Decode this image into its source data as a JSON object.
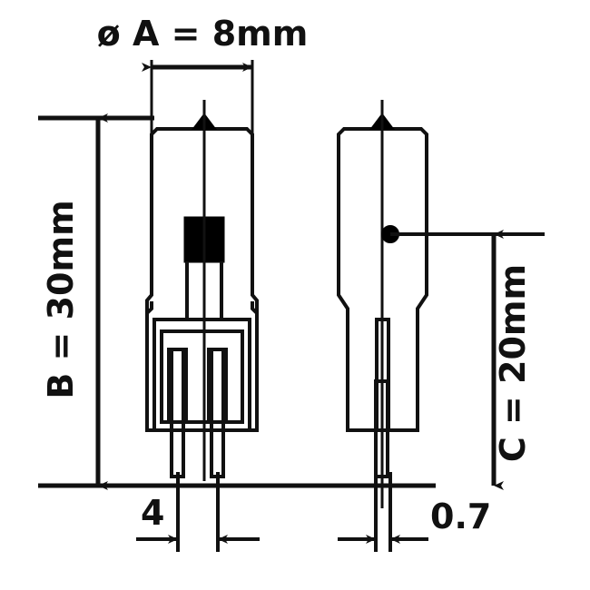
{
  "drawing": {
    "title_visible": false,
    "subject": "bi-pin halogen lamp dimensional drawing",
    "views": [
      {
        "name": "front-view",
        "label": ""
      },
      {
        "name": "side-view",
        "label": ""
      }
    ],
    "line_color": "#111111",
    "fill_color": "#000000",
    "background_color": "#ffffff"
  },
  "dimensions": {
    "diameter_a": "ø A = 8mm",
    "height_b": "B = 30mm",
    "height_c": "C = 20mm",
    "pin_spacing": "4",
    "pin_diameter": "0.7"
  },
  "labels": {
    "a_symbol": "ø",
    "a_name": "A",
    "a_equals": "=",
    "a_value": "8mm",
    "b_name": "B",
    "b_value": "30mm",
    "c_name": "C",
    "c_value": "20mm"
  },
  "chart_data": {
    "type": "table",
    "title": "Bi-pin halogen lamp dimensions",
    "categories": [
      "ø A",
      "B",
      "C",
      "pin spacing",
      "pin diameter"
    ],
    "values": [
      8,
      30,
      20,
      4,
      0.7
    ],
    "units": [
      "mm",
      "mm",
      "mm",
      "mm",
      "mm"
    ],
    "labels": [
      "ø A = 8mm",
      "B = 30mm",
      "C = 20mm",
      "4",
      "0.7"
    ],
    "xlabel": "",
    "ylabel": ""
  }
}
